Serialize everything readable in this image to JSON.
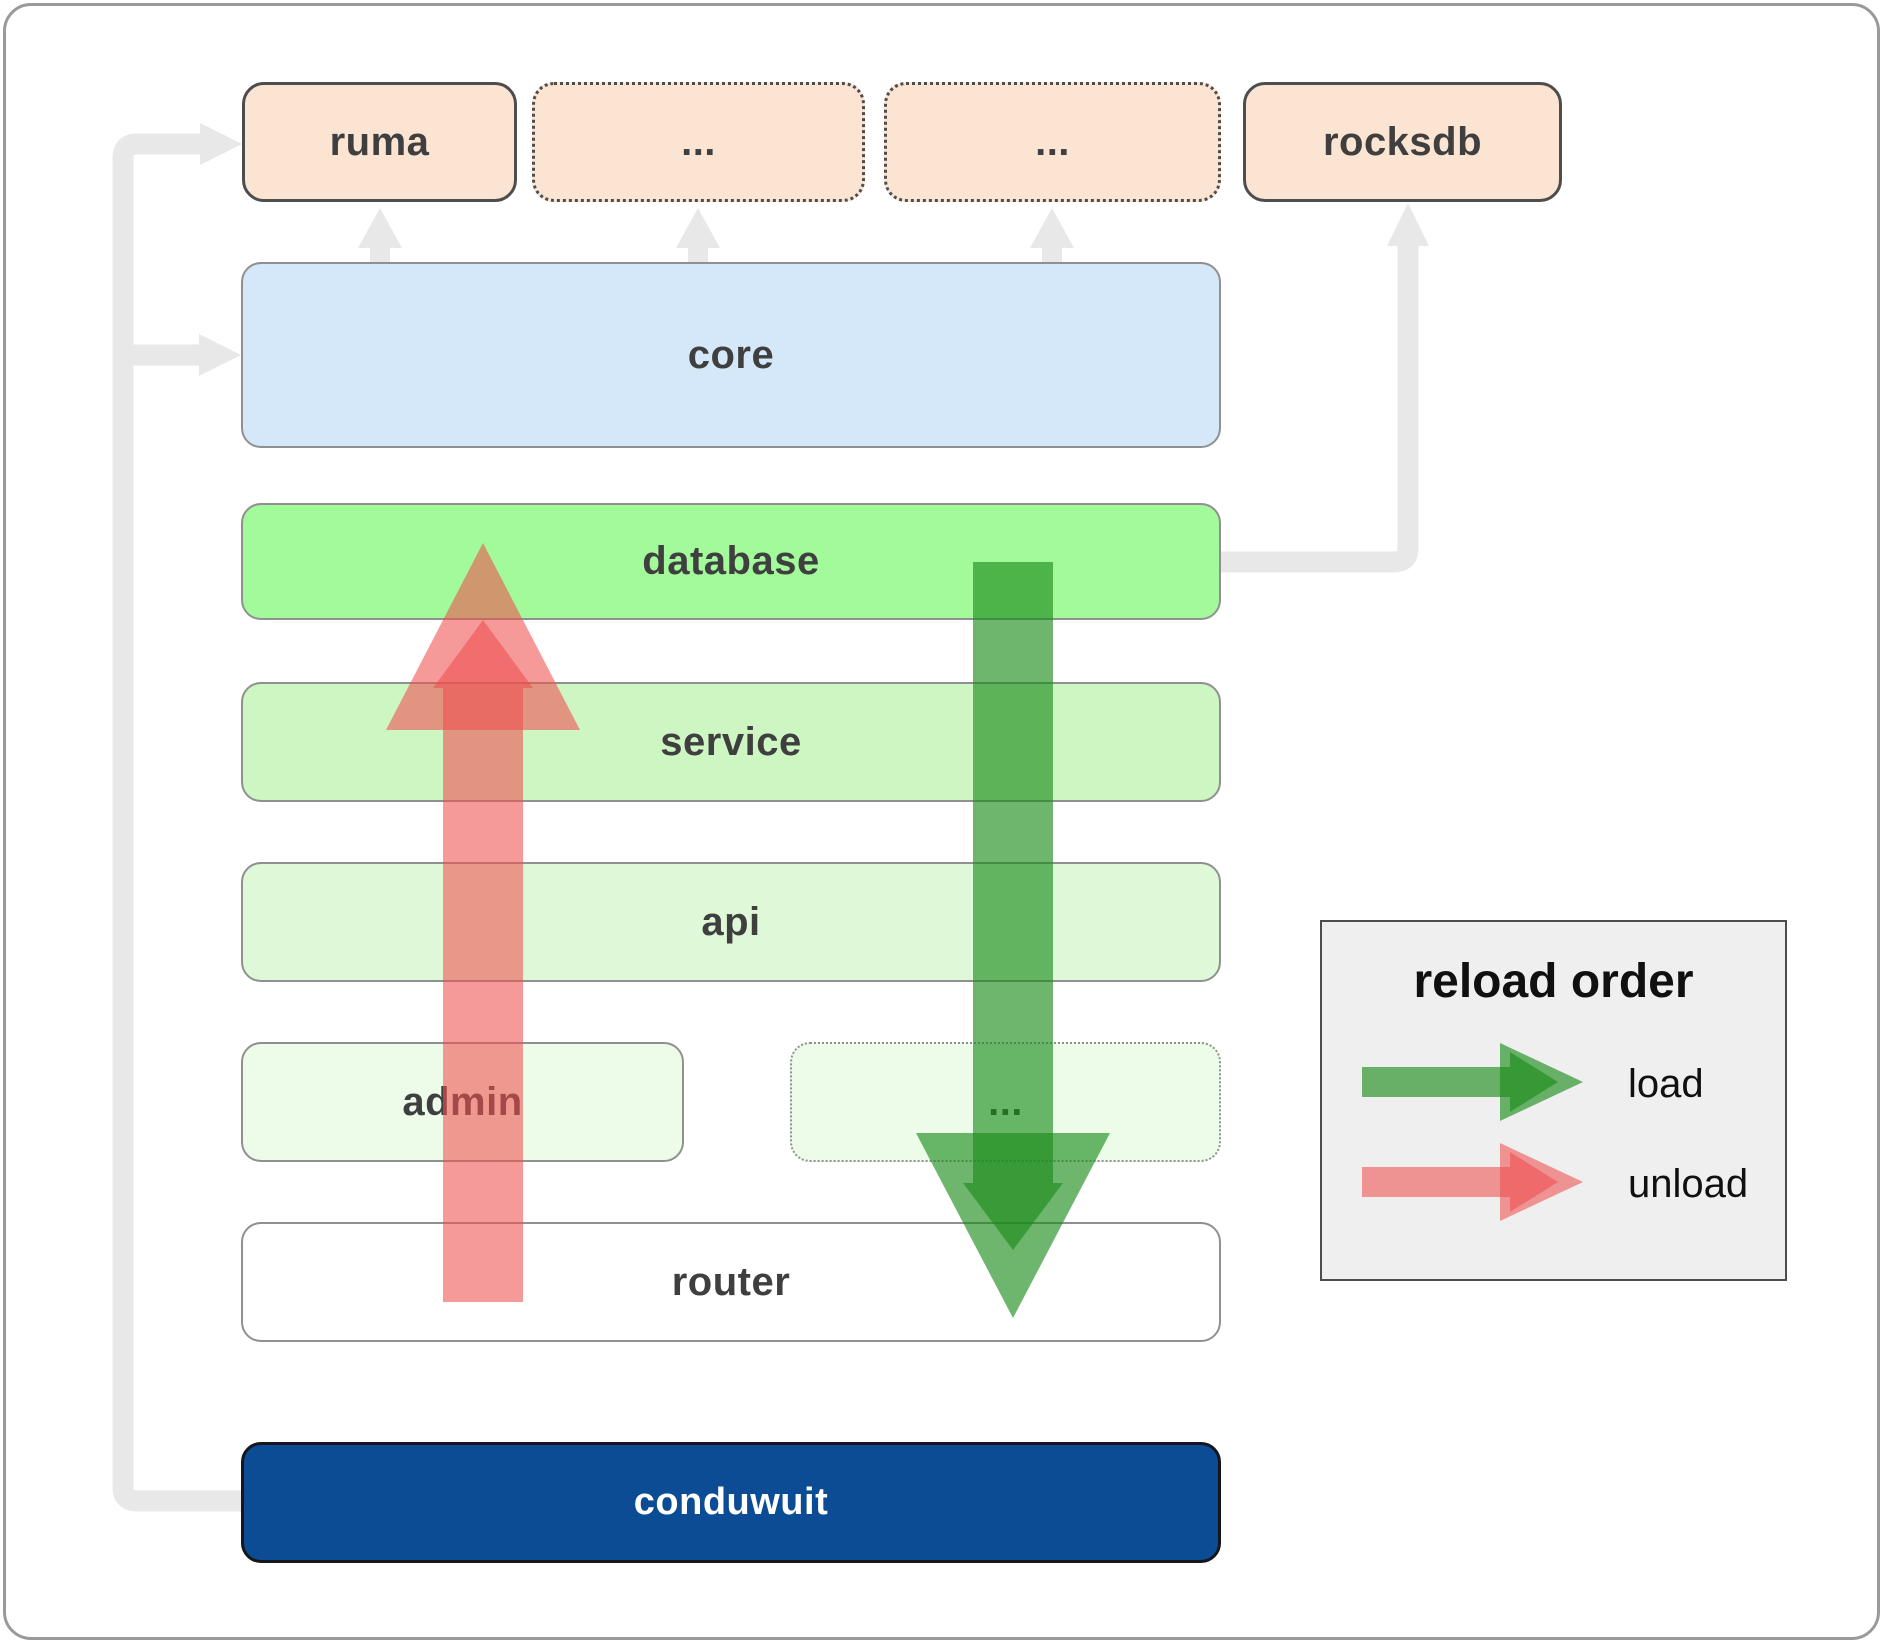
{
  "nodes": {
    "ruma": {
      "label": "ruma"
    },
    "dots_top_1": {
      "label": "..."
    },
    "dots_top_2": {
      "label": "..."
    },
    "rocksdb": {
      "label": "rocksdb"
    },
    "core": {
      "label": "core"
    },
    "database": {
      "label": "database"
    },
    "service": {
      "label": "service"
    },
    "api": {
      "label": "api"
    },
    "admin": {
      "label": "admin"
    },
    "dots_admin": {
      "label": "..."
    },
    "router": {
      "label": "router"
    },
    "conduwuit": {
      "label": "conduwuit"
    }
  },
  "legend": {
    "title": "reload order",
    "load_label": "load",
    "unload_label": "unload"
  },
  "colors": {
    "fill_peach": "#fce4d2",
    "fill_core": "#d5e8fa",
    "fill_database": "#a2fa9a",
    "fill_service": "#cdf6c3",
    "fill_api": "#dff9d8",
    "fill_admin": "#ecfce9",
    "fill_conduwuit": "#0c4c95",
    "fill_legend": "#efefef",
    "border_dark": "#4d4d4d",
    "border_gray": "#909090",
    "connector_gray": "#e8e8e8",
    "load_green": "rgba(26,140,26,0.63)",
    "unload_red": "rgba(240,80,80,0.58)"
  }
}
